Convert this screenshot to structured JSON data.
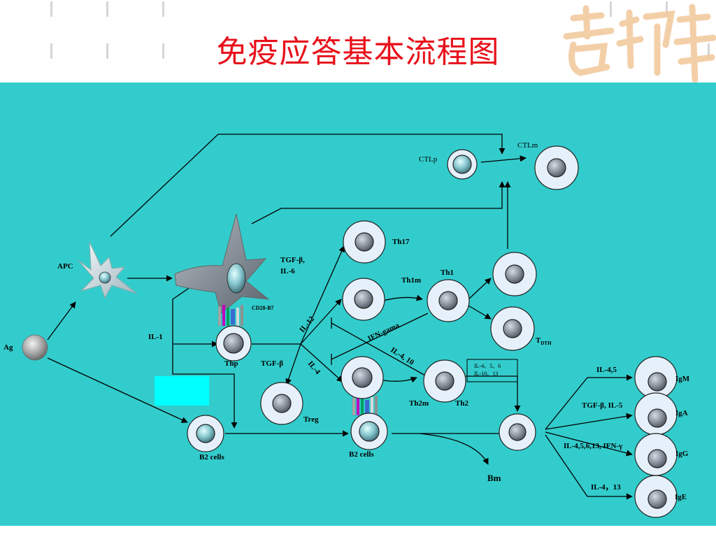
{
  "title": "免疫应答基本流程图",
  "labels": {
    "ctlm": "CTLm",
    "ctlp": "CTLp",
    "th17": "Th17",
    "tgf_il6_line1": "TGF-β,",
    "tgf_il6_line2": "IL-6",
    "apc": "APC",
    "th1m": "Th1m",
    "th1": "Th1",
    "cd28": "CD28-B7",
    "il12": "IL-12",
    "ifn_gama": "IFN-gama",
    "tdth_main": "T",
    "tdth_sub": "DTH",
    "ag": "Ag",
    "il1": "IL-1",
    "thp": "Thp",
    "tgfb": "TGF-β",
    "il4": "IL-4",
    "il4_10": "IL-4, 10",
    "box_line1": "IL-4、5、6",
    "box_line2": "IL-10、13",
    "il45": "IL-4,5",
    "igm": "IgM",
    "th2m": "Th2m",
    "th2": "Th2",
    "tgfb_il5": "TGF-β, IL-5",
    "iga": "IgA",
    "treg": "Treg",
    "b2_cells_left": "B2 cells",
    "b2_cells_mid": "B2 cells",
    "il4561": "IL-4,5,6,13, IFN-γ",
    "igg": "IgG",
    "bm": "Bm",
    "il4_13": "IL-4，13",
    "ige": "IgE"
  },
  "colors": {
    "title": "#e8111b",
    "background": "#33cccc",
    "cell_fill": "#e6f0fa",
    "nucleus": "#808a96",
    "blank_box": "#00ffff"
  }
}
